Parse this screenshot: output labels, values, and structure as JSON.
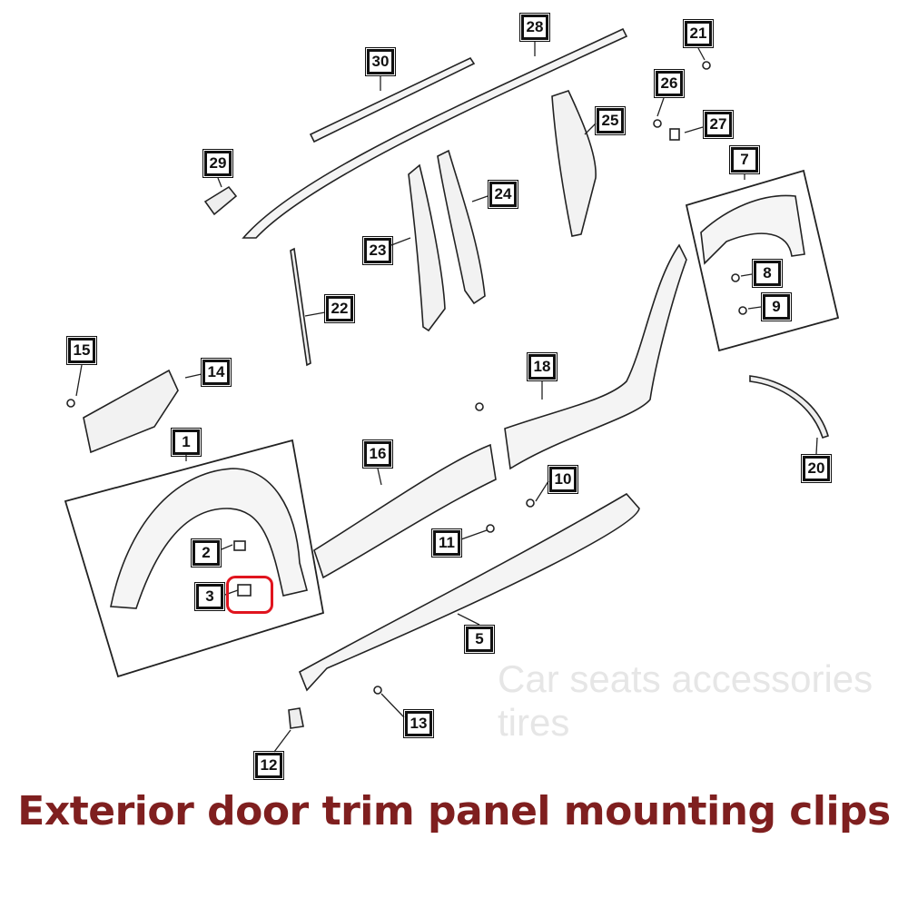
{
  "caption": "Exterior door trim panel mounting clips",
  "watermark": "Car seats accessories tires",
  "highlight_color": "#e0141e",
  "highlighted_callout": "3",
  "callouts": [
    "30",
    "28",
    "21",
    "26",
    "27",
    "7",
    "25",
    "29",
    "24",
    "23",
    "22",
    "8",
    "9",
    "15",
    "14",
    "18",
    "1",
    "16",
    "10",
    "20",
    "11",
    "2",
    "3",
    "5",
    "13",
    "12"
  ]
}
